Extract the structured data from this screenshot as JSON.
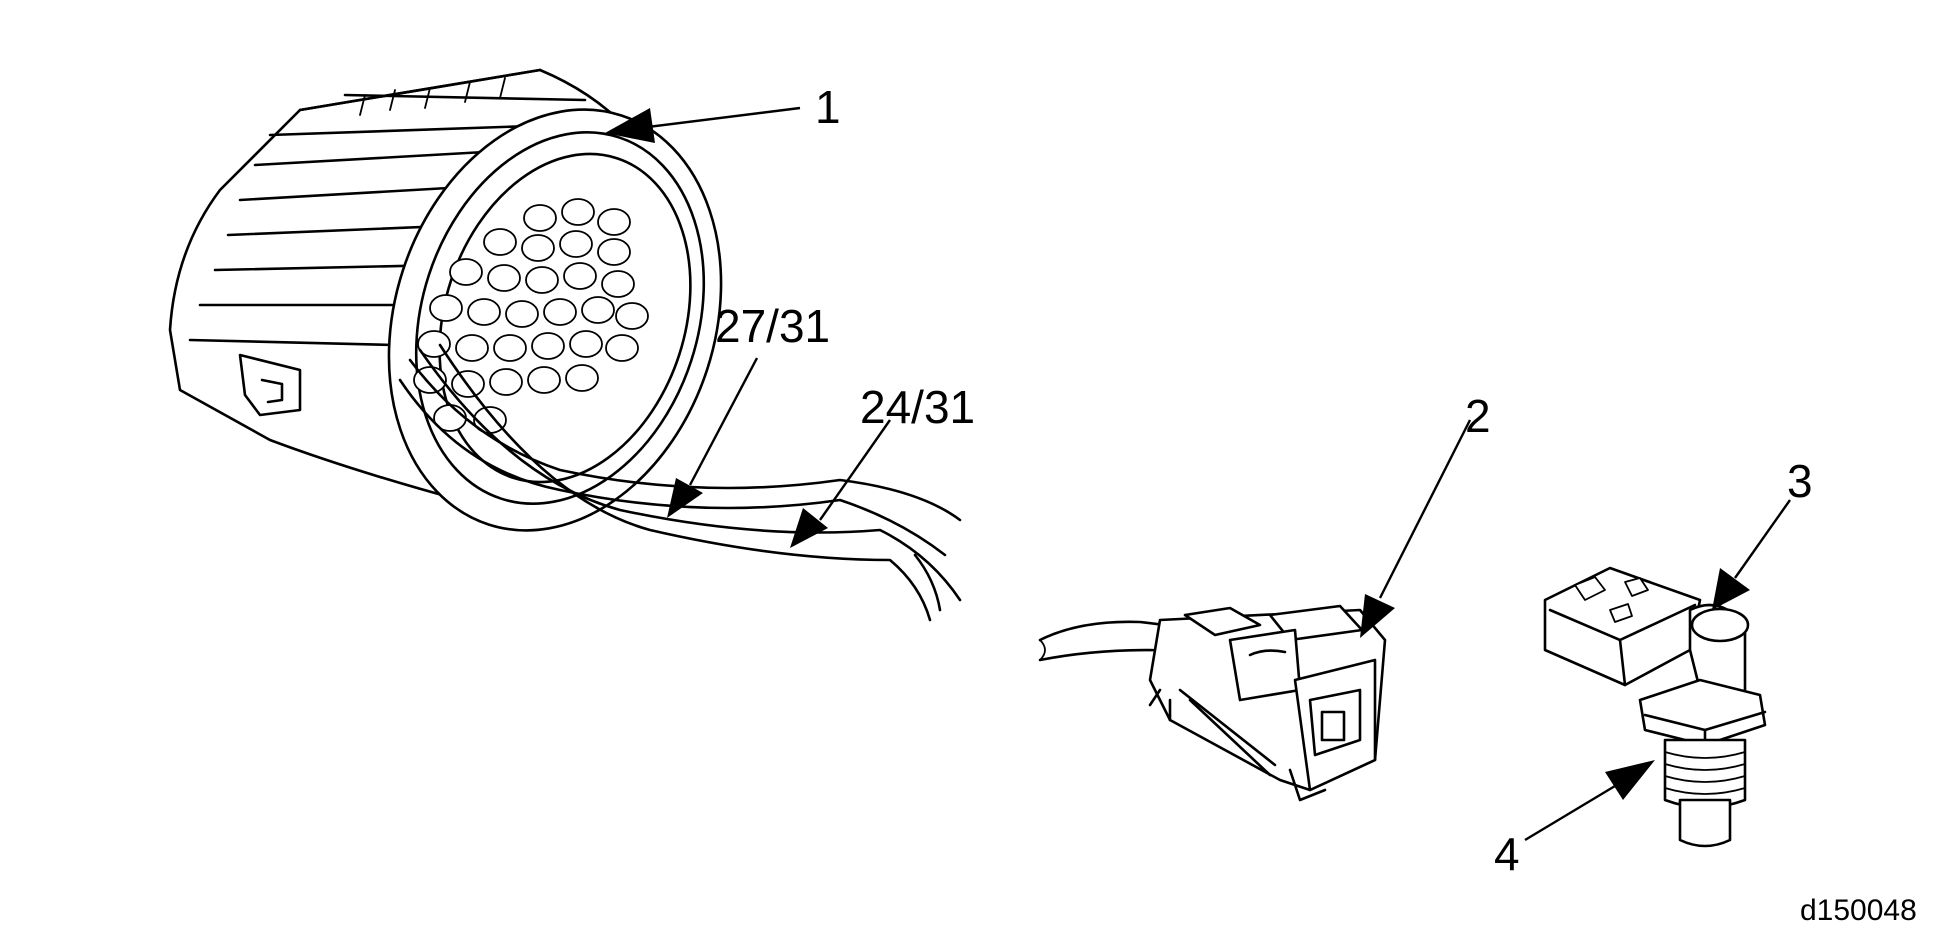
{
  "callouts": {
    "c1": "1",
    "c2": "2",
    "c3": "3",
    "c4": "4",
    "wire_a": "27/31",
    "wire_b": "24/31"
  },
  "figure_id": "d150048"
}
